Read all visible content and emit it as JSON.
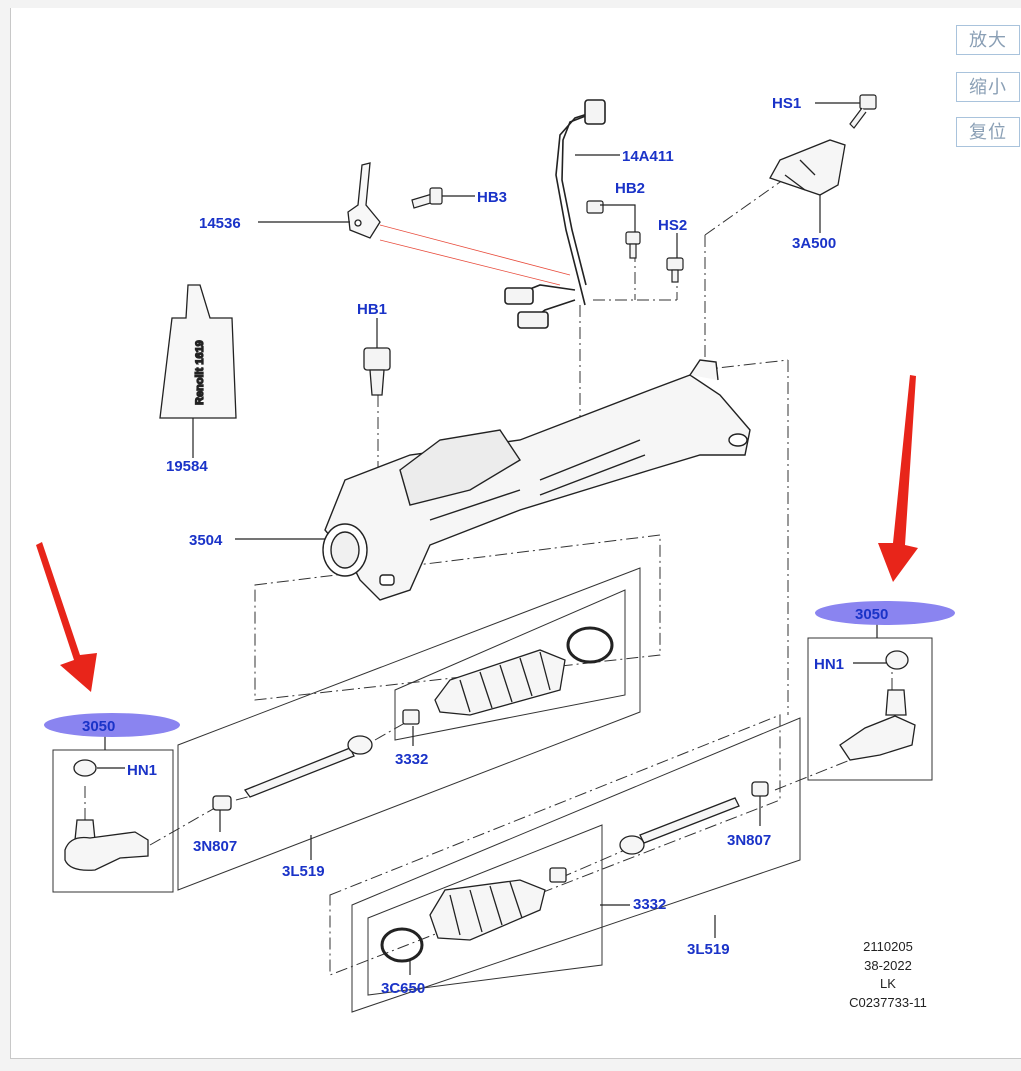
{
  "controls": {
    "zoom_in": "放大",
    "zoom_out": "缩小",
    "reset": "复位"
  },
  "tube_label": "Renolit 1619",
  "parts": {
    "hs1": "HS1",
    "p14a411": "14A411",
    "hb3": "HB3",
    "hb2": "HB2",
    "hs2": "HS2",
    "p14536": "14536",
    "p3a500": "3A500",
    "hb1": "HB1",
    "p19584": "19584",
    "p3504": "3504",
    "p3050_left": "3050",
    "hn1_left": "HN1",
    "p3332_top": "3332",
    "p3n807_left": "3N807",
    "p3l519_left": "3L519",
    "p3050_right": "3050",
    "hn1_right": "HN1",
    "p3n807_right": "3N807",
    "p3332_bottom": "3332",
    "p3l519_right": "3L519",
    "p3c650": "3C650"
  },
  "footer": [
    "2110205",
    "38-2022",
    "LK",
    "C0237733-11"
  ],
  "colors": {
    "label": "#1a33c8",
    "highlight": "#8a84f0",
    "arrow": "#e8251a",
    "line": "#222222"
  }
}
